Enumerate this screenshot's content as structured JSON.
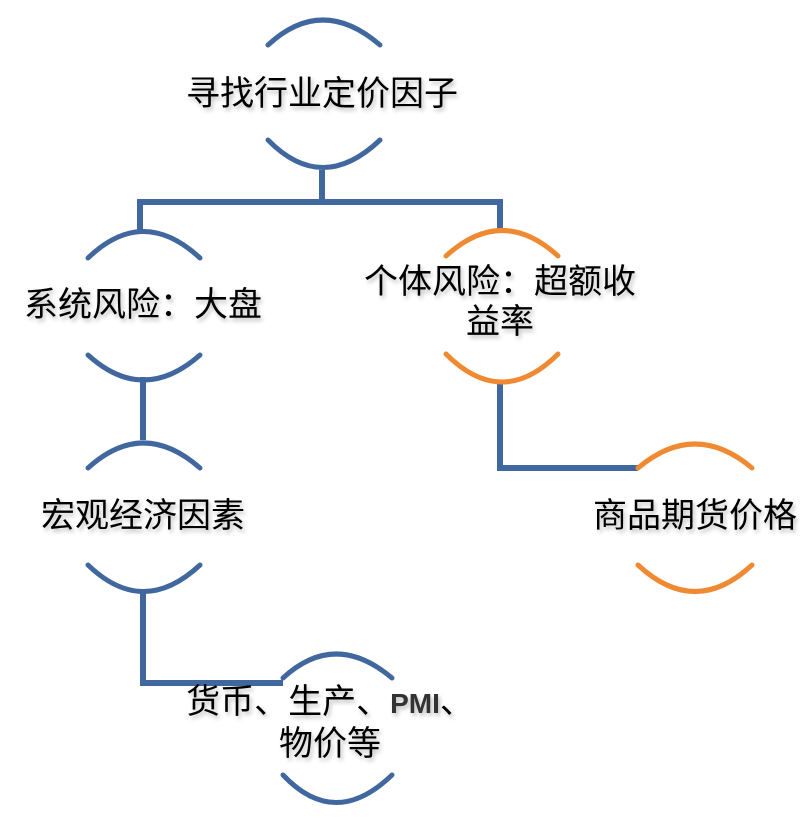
{
  "diagram": {
    "type": "hierarchy",
    "colors": {
      "blue": "#41679f",
      "orange": "#f08a32",
      "text": "#000000"
    },
    "nodes": [
      {
        "id": "root",
        "lines": [
          "寻找行业定价因子"
        ],
        "color": "blue"
      },
      {
        "id": "systematic",
        "lines": [
          "系统风险：大盘"
        ],
        "color": "blue"
      },
      {
        "id": "idiosyncratic",
        "lines": [
          "个体风险：超额收",
          "益率"
        ],
        "color": "orange"
      },
      {
        "id": "macro",
        "lines": [
          "宏观经济因素"
        ],
        "color": "blue"
      },
      {
        "id": "commodity",
        "lines": [
          "商品期货价格"
        ],
        "color": "orange"
      },
      {
        "id": "macro-detail",
        "lines": [
          "货币、生产、PMI、",
          "物价等"
        ],
        "color": "blue"
      }
    ],
    "edges": [
      {
        "from": "root",
        "to": "systematic"
      },
      {
        "from": "root",
        "to": "idiosyncratic"
      },
      {
        "from": "systematic",
        "to": "macro"
      },
      {
        "from": "idiosyncratic",
        "to": "commodity"
      },
      {
        "from": "macro",
        "to": "macro-detail"
      }
    ]
  }
}
